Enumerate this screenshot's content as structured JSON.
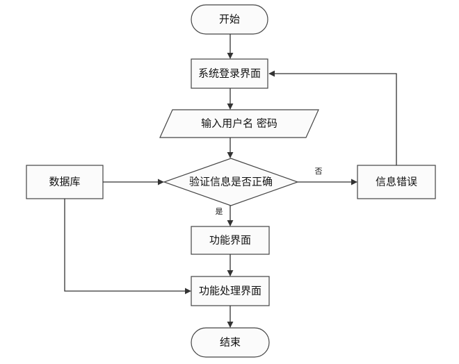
{
  "diagram": {
    "nodes": {
      "start": "开始",
      "login": "系统登录界面",
      "input": "输入用户名 密码",
      "verify": "验证信息是否正确",
      "database": "数据库",
      "error": "信息错误",
      "function": "功能界面",
      "process": "功能处理界面",
      "end": "结束"
    },
    "edges": {
      "yes": "是",
      "no": "否"
    },
    "colors": {
      "fill": "#fbfbfb",
      "stroke": "#444444",
      "arrow": "#333333"
    }
  }
}
